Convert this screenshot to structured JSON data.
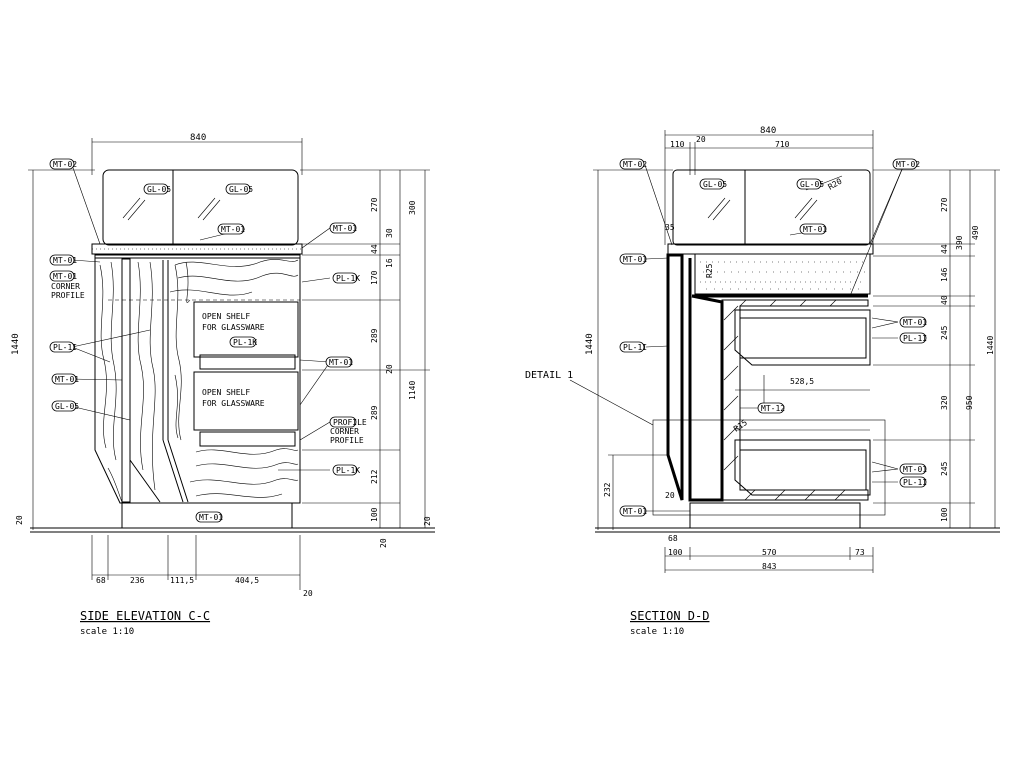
{
  "views": [
    {
      "title": "SIDE ELEVATION C-C",
      "scale": "scale 1:10",
      "tags": [
        "MT-02",
        "GL-05",
        "GL-05",
        "MT-01",
        "MT-01",
        "PL-1K",
        "MT-01",
        "CORNER",
        "PROFILE",
        "MT-01",
        "CORNER",
        "PROFILE",
        "PL-1I",
        "PL-1K",
        "MT-01",
        "MT-01",
        "GL-05",
        "PL-1K",
        "MT-01"
      ],
      "notes": [
        "OPEN SHELF",
        "FOR GLASSWARE",
        "OPEN SHELF",
        "FOR GLASSWARE"
      ],
      "dims_top": [
        "840"
      ],
      "dims_bottom": [
        "68",
        "236",
        "111,5",
        "404,5",
        "20",
        "20",
        "20"
      ],
      "dims_left": [
        "1440",
        "20"
      ],
      "dims_right": [
        "270",
        "44",
        "170",
        "289",
        "289",
        "212",
        "100",
        "30",
        "16",
        "20",
        "300",
        "1140"
      ]
    },
    {
      "title": "SECTION D-D",
      "scale": "scale 1:10",
      "detail": "DETAIL 1",
      "tags": [
        "MT-02",
        "MT-02",
        "GL-05",
        "GL-05",
        "MT-01",
        "MT-01",
        "PL-1I",
        "MT-12",
        "MT-01",
        "PL-1I",
        "MT-01",
        "PL-1I",
        "MT-01"
      ],
      "dims_top": [
        "840",
        "110",
        "20",
        "710"
      ],
      "dims_misc": [
        "35",
        "R20",
        "R15",
        "R25",
        "528,5",
        "232",
        "20",
        "68"
      ],
      "dims_bottom": [
        "100",
        "570",
        "73",
        "843"
      ],
      "dims_left": [
        "1440"
      ],
      "dims_right": [
        "270",
        "44",
        "146",
        "40",
        "245",
        "320",
        "245",
        "100",
        "390",
        "490",
        "950",
        "1440"
      ]
    }
  ]
}
